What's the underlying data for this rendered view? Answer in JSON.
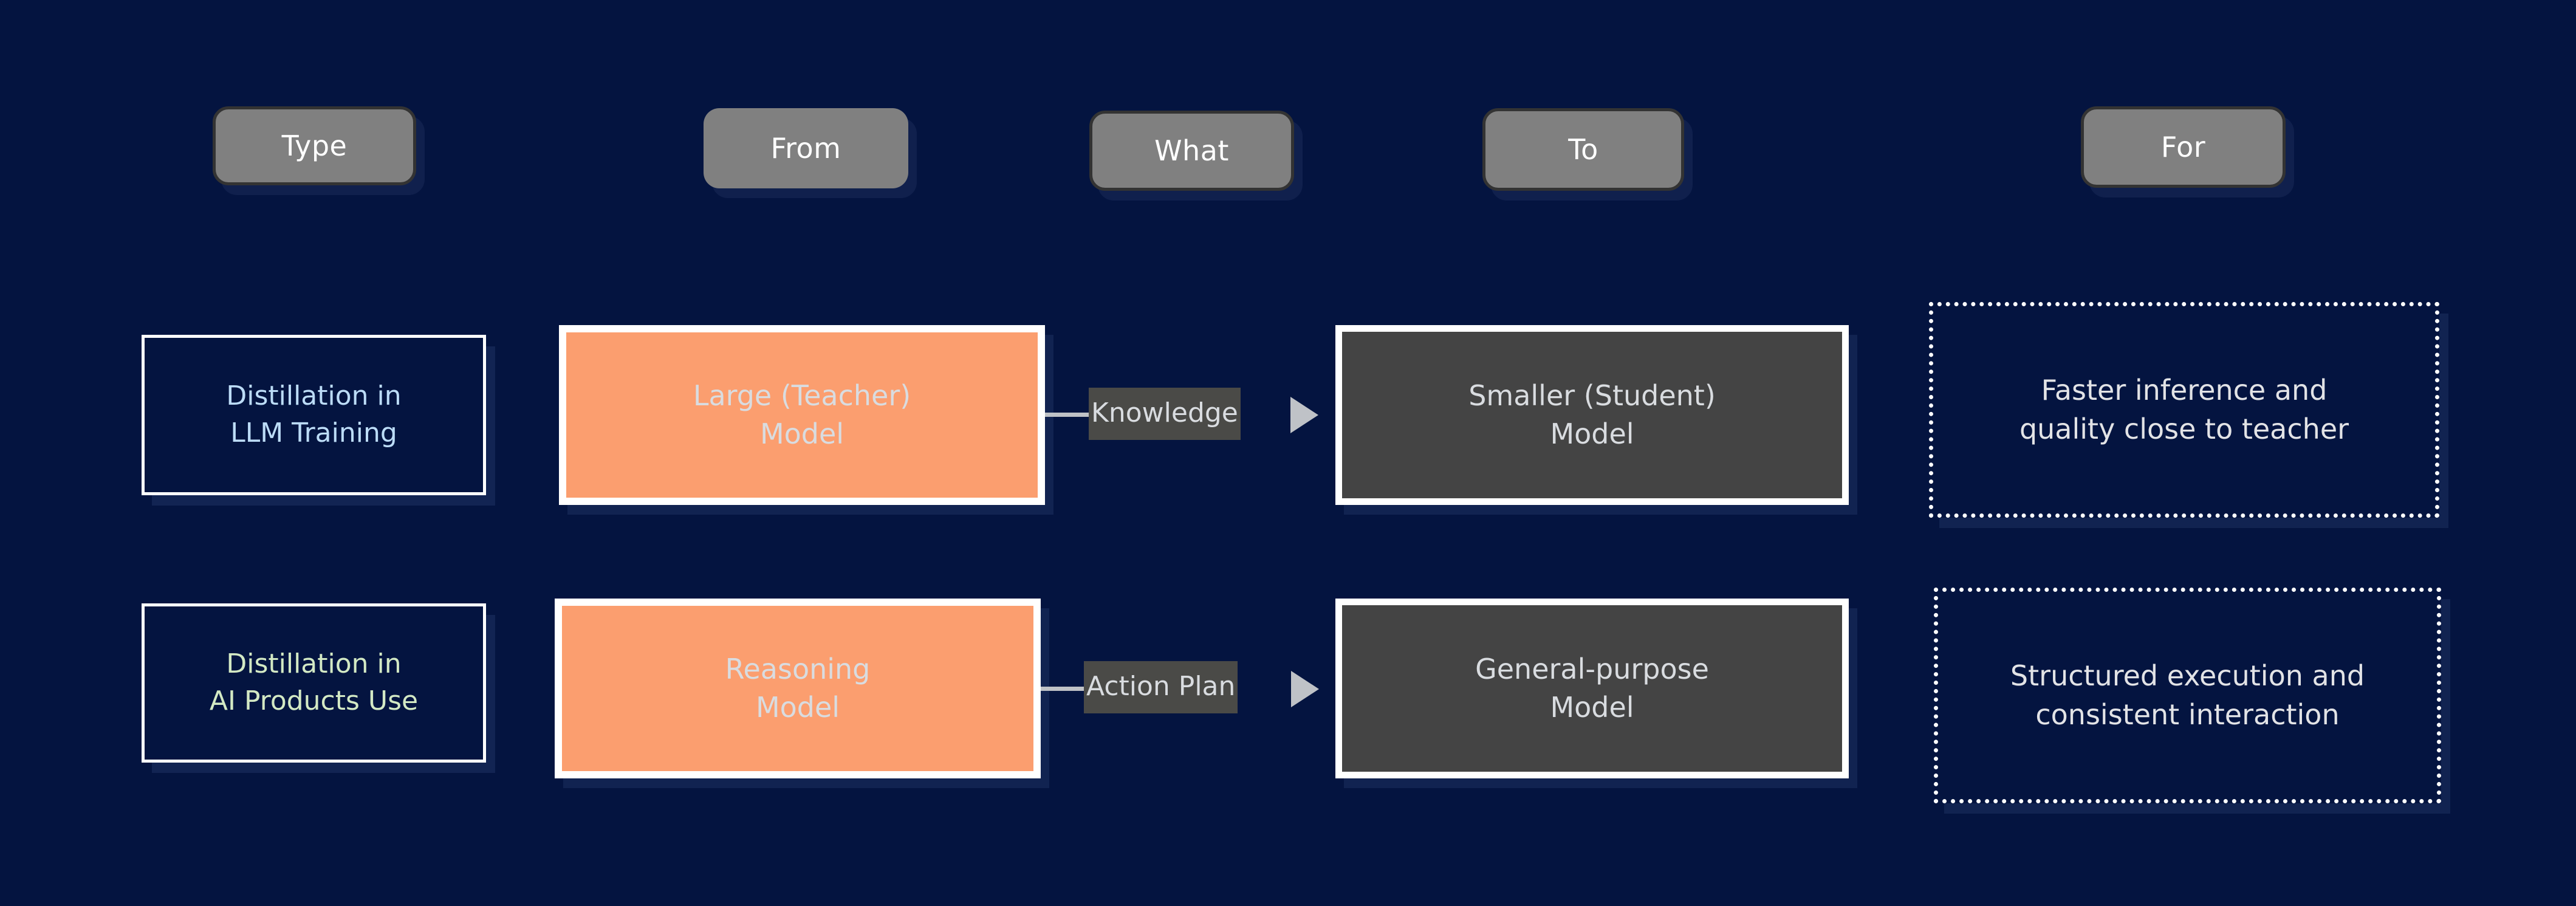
{
  "background_color": "#041440",
  "palette": {
    "header_fill": "#808080",
    "header_border": "#333333",
    "header_text": "#ffffff",
    "orange_fill": "#FB9E6F",
    "dark_fill": "#444444",
    "box_border": "#ffffff",
    "connector": "#BFC2C7",
    "label_fill": "#4A4A47",
    "type_text_row1": "#BCDCF7",
    "type_text_row2": "#D3E9C4",
    "body_text": "#D9DCE0",
    "shadow": "#10244F"
  },
  "headers": [
    {
      "id": "type",
      "label": "Type"
    },
    {
      "id": "from",
      "label": "From"
    },
    {
      "id": "what",
      "label": "What"
    },
    {
      "id": "to",
      "label": "To"
    },
    {
      "id": "for",
      "label": "For"
    }
  ],
  "rows": [
    {
      "id": "llm-training",
      "type": {
        "line1": "Distillation in",
        "line2": "LLM Training"
      },
      "from": {
        "line1": "Large (Teacher)",
        "line2": "Model"
      },
      "what": {
        "label": "Knowledge"
      },
      "to": {
        "line1": "Smaller (Student)",
        "line2": "Model"
      },
      "for": {
        "line1": "Faster inference and",
        "line2": "quality close to teacher"
      }
    },
    {
      "id": "ai-products-use",
      "type": {
        "line1": "Distillation in",
        "line2": "AI Products Use"
      },
      "from": {
        "line1": "Reasoning",
        "line2": "Model"
      },
      "what": {
        "label": "Action Plan"
      },
      "to": {
        "line1": "General-purpose",
        "line2": "Model"
      },
      "for": {
        "line1": "Structured execution and",
        "line2": "consistent interaction"
      }
    }
  ]
}
